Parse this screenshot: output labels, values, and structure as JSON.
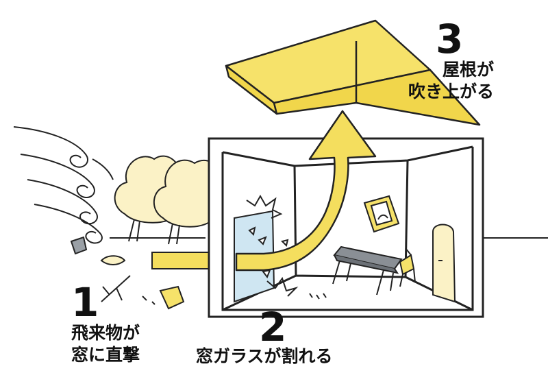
{
  "steps": [
    {
      "number": "1",
      "lines": [
        "飛来物が",
        "窓に直撃"
      ]
    },
    {
      "number": "2",
      "lines": [
        "窓ガラスが割れる"
      ]
    },
    {
      "number": "3",
      "lines": [
        "屋根が",
        "吹き上がる"
      ]
    }
  ],
  "colors": {
    "roof": "#f6e26a",
    "arrow": "#f4de5e",
    "tree": "#fbf2c6",
    "outline": "#222222",
    "wall": "#ffffff",
    "window": "#cfe6f2",
    "table": "#8a8f95"
  }
}
